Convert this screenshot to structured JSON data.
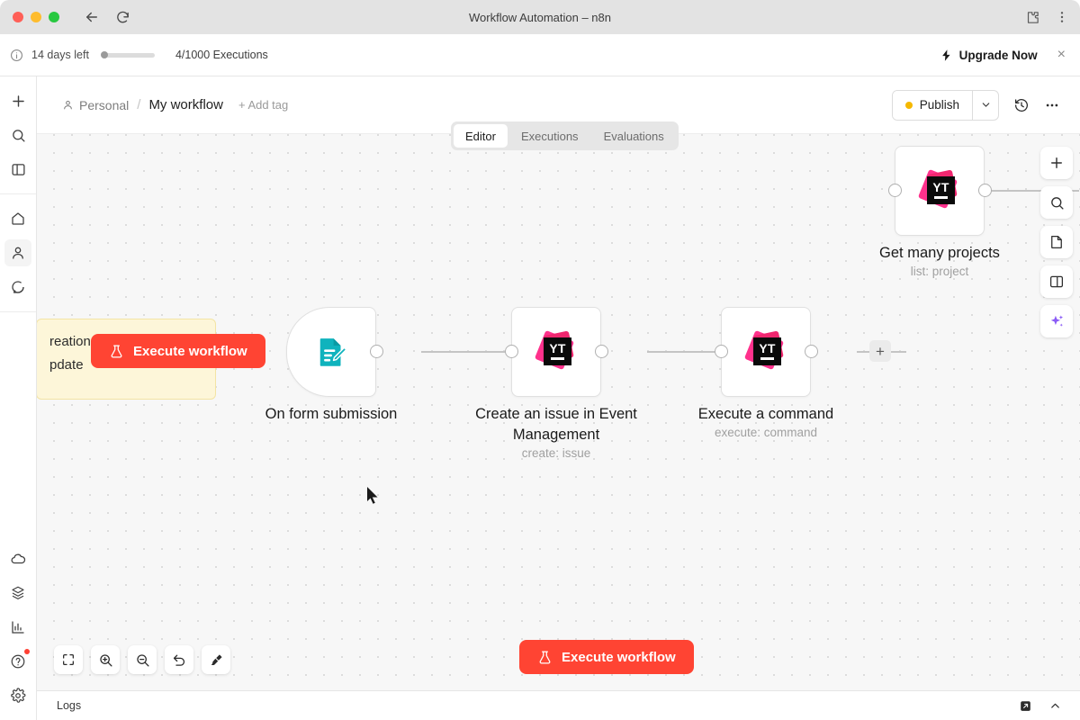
{
  "browser": {
    "title": "Workflow Automation – n8n",
    "back_icon": "back-arrow-icon",
    "reload_icon": "reload-icon",
    "extensions_icon": "extensions-puzzle-icon",
    "menu_icon": "kebab-menu-icon"
  },
  "trial": {
    "info_icon": "info-icon",
    "days_left": "14 days left",
    "executions": "4/1000 Executions",
    "upgrade_label": "Upgrade Now",
    "upgrade_icon": "lightning-icon",
    "close_label": "×"
  },
  "sidebar": {
    "items": [
      {
        "name": "add",
        "icon": "plus-icon"
      },
      {
        "name": "search",
        "icon": "search-icon"
      },
      {
        "name": "panel",
        "icon": "panel-layout-icon"
      },
      {
        "name": "home",
        "icon": "home-icon"
      },
      {
        "name": "personal",
        "icon": "person-icon",
        "active": true
      },
      {
        "name": "chat",
        "icon": "chat-bubble-icon"
      },
      {
        "name": "cloud",
        "icon": "cloud-icon"
      },
      {
        "name": "templates",
        "icon": "box-package-icon"
      },
      {
        "name": "insights",
        "icon": "bar-chart-icon"
      },
      {
        "name": "help",
        "icon": "question-circle-icon",
        "badge": true
      },
      {
        "name": "settings",
        "icon": "gear-icon"
      }
    ]
  },
  "header": {
    "owner": "Personal",
    "owner_icon": "person-icon",
    "separator": "/",
    "workflow_name": "My workflow",
    "add_tag": "+ Add tag",
    "publish_label": "Publish",
    "publish_status_color": "#f5b800",
    "caret_icon": "chevron-down-icon",
    "history_icon": "history-clock-icon",
    "more_icon": "ellipsis-icon"
  },
  "tabs": [
    {
      "label": "Editor",
      "active": true
    },
    {
      "label": "Executions",
      "active": false
    },
    {
      "label": "Evaluations",
      "active": false
    }
  ],
  "canvas": {
    "sticky_note_text": "reation, with\npdate",
    "nodes": [
      {
        "id": "form-trigger",
        "label": "On form submission",
        "subtitle": "",
        "icon": "form-document-pencil-icon",
        "shape": "trigger"
      },
      {
        "id": "create-issue",
        "label": "Create an issue in Event Management",
        "subtitle": "create: issue",
        "icon": "youtrack-icon",
        "shape": "box"
      },
      {
        "id": "execute-command",
        "label": "Execute a command",
        "subtitle": "execute: command",
        "icon": "youtrack-icon",
        "shape": "box"
      },
      {
        "id": "get-many-projects",
        "label": "Get many projects",
        "subtitle": "list: project",
        "icon": "youtrack-icon",
        "shape": "box"
      }
    ],
    "add_node_stub": "+",
    "execute_button_label": "Execute workflow",
    "execute_button_icon": "flask-icon",
    "execute_button_color": "#ff4433"
  },
  "right_tools": [
    {
      "name": "add-node",
      "icon": "plus-icon"
    },
    {
      "name": "node-search",
      "icon": "search-icon"
    },
    {
      "name": "sticky-note",
      "icon": "note-page-icon"
    },
    {
      "name": "toggle-panel",
      "icon": "panel-layout-icon"
    },
    {
      "name": "ai-assistant",
      "icon": "sparkle-icon",
      "color": "#8b5cf6"
    }
  ],
  "canvas_tools": [
    {
      "name": "zoom-to-fit",
      "icon": "fit-screen-icon"
    },
    {
      "name": "zoom-in",
      "icon": "zoom-in-icon"
    },
    {
      "name": "zoom-out",
      "icon": "zoom-out-icon"
    },
    {
      "name": "reset-zoom",
      "icon": "undo-arrow-icon"
    },
    {
      "name": "tidy-up",
      "icon": "broom-icon"
    }
  ],
  "logs": {
    "label": "Logs",
    "popout_icon": "pop-out-icon",
    "chevron_icon": "chevron-up-icon"
  }
}
